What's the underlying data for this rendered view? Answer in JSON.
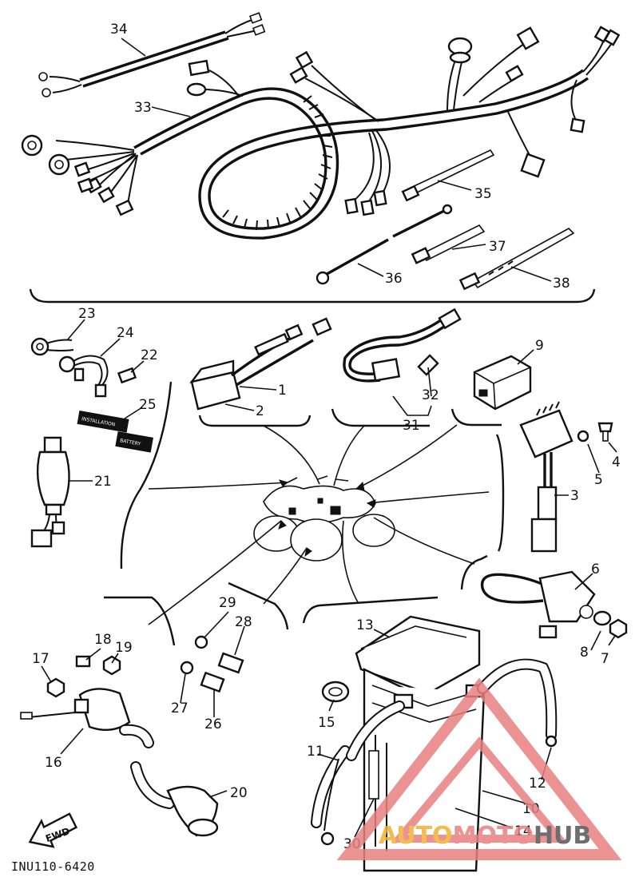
{
  "diagram": {
    "drawing_code": "INU110-6420",
    "direction_arrow_label": "FWD",
    "decal_a_text": "INSTALLATION",
    "decal_b_text": "BATTERY"
  },
  "callouts": {
    "c1": "1",
    "c2": "2",
    "c3": "3",
    "c4": "4",
    "c5": "5",
    "c6": "6",
    "c7": "7",
    "c8": "8",
    "c9": "9",
    "c10": "10",
    "c11": "11",
    "c12": "12",
    "c13": "13",
    "c14": "14",
    "c15": "15",
    "c16": "16",
    "c17": "17",
    "c18": "18",
    "c19": "19",
    "c20": "20",
    "c21": "21",
    "c22": "22",
    "c23": "23",
    "c24": "24",
    "c25": "25",
    "c26": "26",
    "c27": "27",
    "c28": "28",
    "c29": "29",
    "c30": "30",
    "c31": "31",
    "c32": "32",
    "c33": "33",
    "c34": "34",
    "c35": "35",
    "c36": "36",
    "c37": "37",
    "c38": "38"
  },
  "watermark": {
    "part_a": "AUTO",
    "part_b": "MOTO",
    "part_c": "HUB",
    "color_a": "#f2b133",
    "color_b": "#e88080",
    "color_c": "#555555",
    "triangle_color": "#e88080"
  }
}
